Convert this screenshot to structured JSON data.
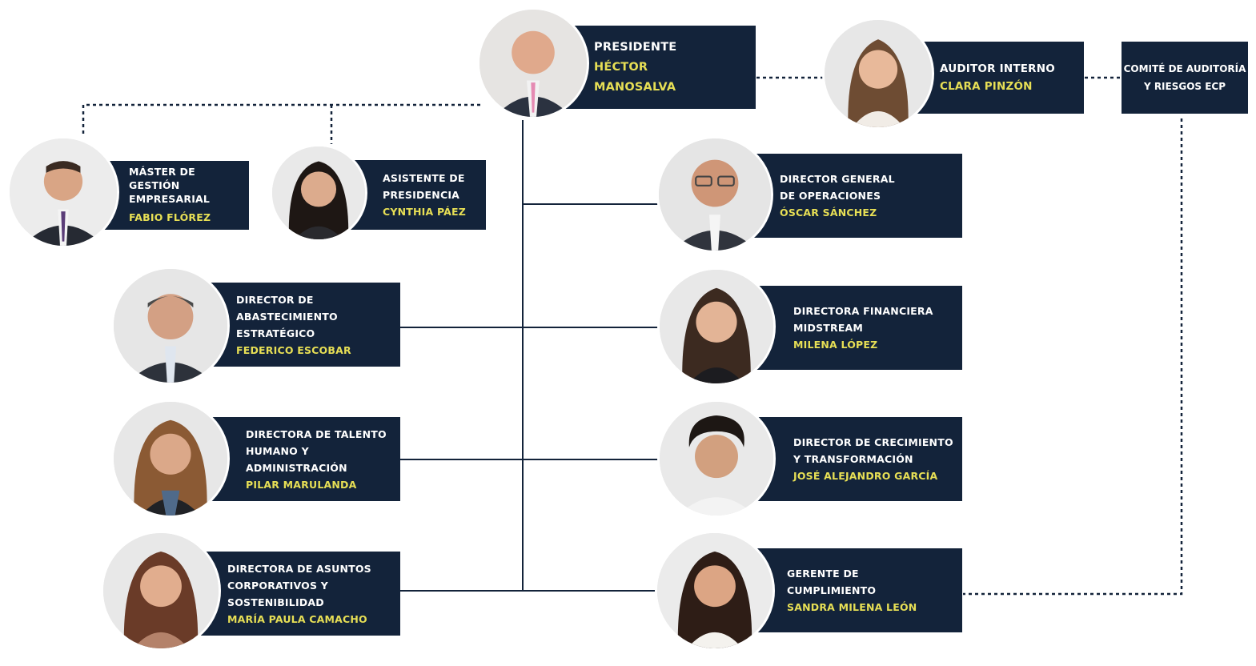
{
  "president": {
    "role": "PRESIDENTE",
    "name": "HÉCTOR\nMANOSALVA"
  },
  "auditor": {
    "role": "AUDITOR INTERNO",
    "name": "CLARA PINZÓN"
  },
  "committee": {
    "label": "COMITÉ DE AUDITORÍA\nY RIESGOS ECP"
  },
  "master": {
    "role": "MÁSTER DE GESTIÓN\nEMPRESARIAL",
    "name": "FABIO FLÓREZ"
  },
  "assistant": {
    "role": "ASISTENTE DE\nPRESIDENCIA",
    "name": "CYNTHIA PÁEZ"
  },
  "operations": {
    "role": "DIRECTOR GENERAL\nDE OPERACIONES",
    "name": "ÓSCAR SÁNCHEZ"
  },
  "supply": {
    "role": "DIRECTOR DE\nABASTECIMIENTO ESTRATÉGICO",
    "name": "FEDERICO ESCOBAR"
  },
  "finance": {
    "role": "DIRECTORA FINANCIERA\nMIDSTREAM",
    "name": "MILENA LÓPEZ"
  },
  "talent": {
    "role": "DIRECTORA DE TALENTO\nHUMANO Y ADMINISTRACIÓN",
    "name": "PILAR MARULANDA"
  },
  "growth": {
    "role": "DIRECTOR DE CRECIMIENTO\nY TRANSFORMACIÓN",
    "name": "JOSÉ ALEJANDRO GARCÍA"
  },
  "corporate": {
    "role": "DIRECTORA DE ASUNTOS\nCORPORATIVOS Y SOSTENIBILIDAD",
    "name": "MARÍA PAULA CAMACHO"
  },
  "compliance": {
    "role": "GERENTE DE\nCUMPLIMIENTO",
    "name": "SANDRA MILENA LEÓN"
  },
  "colors": {
    "box": "#13233a",
    "name_text": "#e7df55",
    "connector": "#13233a"
  }
}
